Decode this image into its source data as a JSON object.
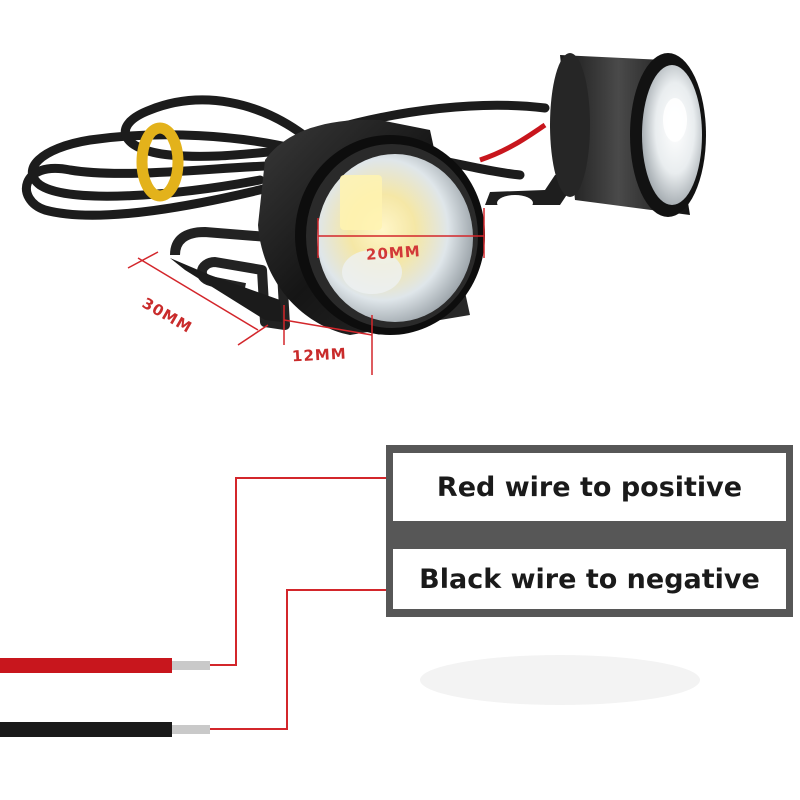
{
  "dimensions": {
    "diameter": "20MM",
    "length": "30MM",
    "depth": "12MM"
  },
  "wiring": {
    "red_label": "Red wire to positive",
    "black_label": "Black wire to negative"
  },
  "colors": {
    "red_wire": "#c8161d",
    "black_wire": "#1a1a1a",
    "dimension_line": "#d3262b",
    "label_panel": "#575757"
  }
}
